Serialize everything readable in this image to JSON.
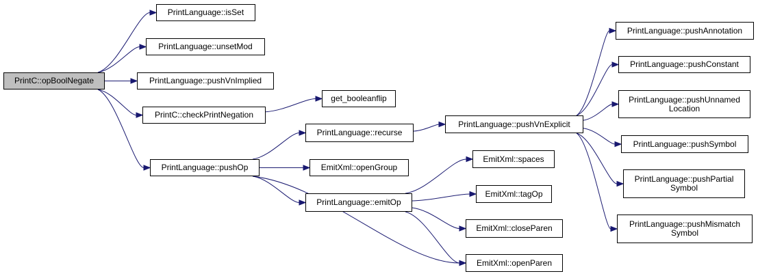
{
  "colors": {
    "edge": "#191970",
    "root_fill": "#bfbfbf",
    "node_fill": "#ffffff",
    "border": "#000000"
  },
  "nodes": {
    "opBoolNegate": {
      "lines": [
        "PrintC::opBoolNegate"
      ]
    },
    "isSet": {
      "lines": [
        "PrintLanguage::isSet"
      ]
    },
    "unsetMod": {
      "lines": [
        "PrintLanguage::unsetMod"
      ]
    },
    "pushVnImplied": {
      "lines": [
        "PrintLanguage::pushVnImplied"
      ]
    },
    "checkPrintNegation": {
      "lines": [
        "PrintC::checkPrintNegation"
      ]
    },
    "get_booleanflip": {
      "lines": [
        "get_booleanflip"
      ]
    },
    "pushOp": {
      "lines": [
        "PrintLanguage::pushOp"
      ]
    },
    "recurse": {
      "lines": [
        "PrintLanguage::recurse"
      ]
    },
    "openGroup": {
      "lines": [
        "EmitXml::openGroup"
      ]
    },
    "emitOp": {
      "lines": [
        "PrintLanguage::emitOp"
      ]
    },
    "pushVnExplicit": {
      "lines": [
        "PrintLanguage::pushVnExplicit"
      ]
    },
    "spaces": {
      "lines": [
        "EmitXml::spaces"
      ]
    },
    "tagOp": {
      "lines": [
        "EmitXml::tagOp"
      ]
    },
    "closeParen": {
      "lines": [
        "EmitXml::closeParen"
      ]
    },
    "openParen": {
      "lines": [
        "EmitXml::openParen"
      ]
    },
    "pushAnnotation": {
      "lines": [
        "PrintLanguage::pushAnnotation"
      ]
    },
    "pushConstant": {
      "lines": [
        "PrintLanguage::pushConstant"
      ]
    },
    "pushUnnamedLocation": {
      "lines": [
        "PrintLanguage::pushUnnamed",
        "Location"
      ]
    },
    "pushSymbol": {
      "lines": [
        "PrintLanguage::pushSymbol"
      ]
    },
    "pushPartialSymbol": {
      "lines": [
        "PrintLanguage::pushPartial",
        "Symbol"
      ]
    },
    "pushMismatchSymbol": {
      "lines": [
        "PrintLanguage::pushMismatch",
        "Symbol"
      ]
    }
  },
  "edges": [
    [
      "opBoolNegate",
      "isSet"
    ],
    [
      "opBoolNegate",
      "unsetMod"
    ],
    [
      "opBoolNegate",
      "pushVnImplied"
    ],
    [
      "opBoolNegate",
      "checkPrintNegation"
    ],
    [
      "opBoolNegate",
      "pushOp"
    ],
    [
      "checkPrintNegation",
      "get_booleanflip"
    ],
    [
      "pushOp",
      "recurse"
    ],
    [
      "pushOp",
      "openGroup"
    ],
    [
      "pushOp",
      "emitOp"
    ],
    [
      "pushOp",
      "openParen"
    ],
    [
      "recurse",
      "pushVnExplicit"
    ],
    [
      "emitOp",
      "spaces"
    ],
    [
      "emitOp",
      "tagOp"
    ],
    [
      "emitOp",
      "closeParen"
    ],
    [
      "emitOp",
      "openParen"
    ],
    [
      "pushVnExplicit",
      "pushAnnotation"
    ],
    [
      "pushVnExplicit",
      "pushConstant"
    ],
    [
      "pushVnExplicit",
      "pushUnnamedLocation"
    ],
    [
      "pushVnExplicit",
      "pushSymbol"
    ],
    [
      "pushVnExplicit",
      "pushPartialSymbol"
    ],
    [
      "pushVnExplicit",
      "pushMismatchSymbol"
    ]
  ]
}
